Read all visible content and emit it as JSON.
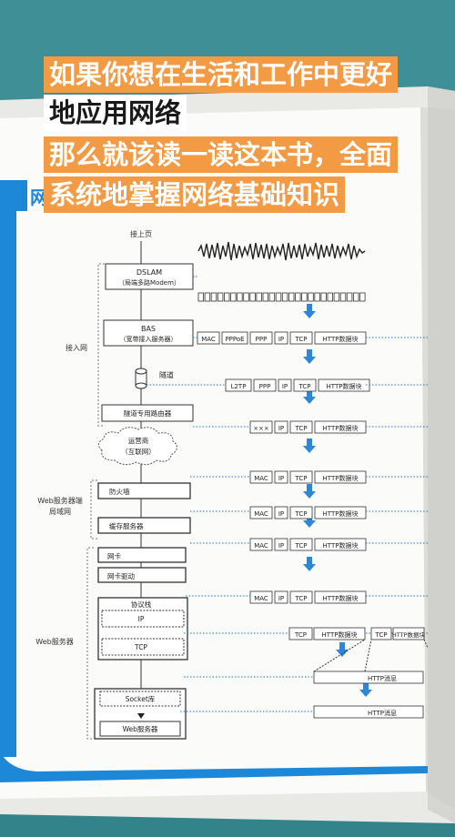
{
  "overlay_caption": {
    "line1": "如果你想在生活和工作中更好",
    "line2": "地应用网络",
    "line3": "那么就该读一读这本书，全面",
    "line4": "系统地掌握网络基础知识"
  },
  "book_page": {
    "header_fragment": "网",
    "colors": {
      "page_band": "#1e88d8",
      "arrow": "#2f86d8",
      "caption_bg": "#f39a44"
    },
    "diagram": {
      "top_label": "接上页",
      "side_labels": {
        "access_network": "接入网",
        "web_lan_1": "Web服务器端",
        "web_lan_2": "局域网",
        "web_server": "Web服务器"
      },
      "dslam": {
        "title": "DSLAM",
        "subtitle": "（局端多路Modem）"
      },
      "bas": {
        "title": "BAS",
        "subtitle": "（宽带接入服务器）"
      },
      "tunnel": "隧道",
      "tunnel_router": "隧道专用路由器",
      "isp_cloud": {
        "line1": "运营商",
        "line2": "（互联网）"
      },
      "firewall": "防火墙",
      "cache_server": "缓存服务器",
      "nic": "网卡",
      "nic_driver": "网卡驱动",
      "protocol_stack": "协议栈",
      "ip_layer": "IP",
      "tcp_layer": "TCP",
      "socket_lib": "Socket库",
      "web_server_app": "Web服务器",
      "packet_rows": [
        [
          "MAC",
          "PPPoE",
          "PPP",
          "IP",
          "TCP",
          "HTTP数据块"
        ],
        [
          "L2TP",
          "PPP",
          "IP",
          "TCP",
          "HTTP数据块"
        ],
        [
          "×××",
          "IP",
          "TCP",
          "HTTP数据块"
        ],
        [
          "MAC",
          "IP",
          "TCP",
          "HTTP数据块"
        ],
        [
          "MAC",
          "IP",
          "TCP",
          "HTTP数据块"
        ],
        [
          "MAC",
          "IP",
          "TCP",
          "HTTP数据块"
        ],
        [
          "MAC",
          "IP",
          "TCP",
          "HTTP数据块"
        ]
      ],
      "tcp_split": {
        "left": [
          "TCP",
          "HTTP数据块"
        ],
        "right": [
          "TCP",
          "HTTP数据块"
        ]
      },
      "http_message": "HTTP消息"
    }
  }
}
